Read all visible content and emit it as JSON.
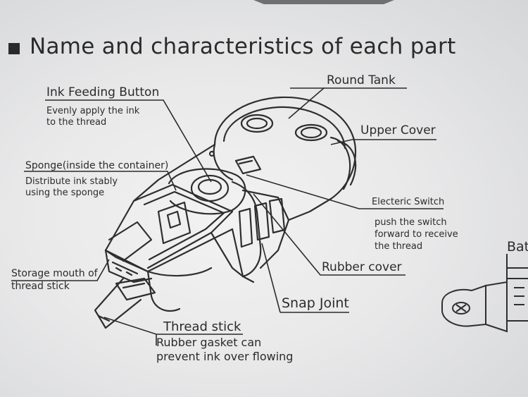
{
  "title": "Name and characteristics of each part",
  "parts": {
    "ink_button": {
      "name": "Ink Feeding Button",
      "desc1": "Evenly apply the ink",
      "desc2": "to the thread"
    },
    "round_tank": {
      "name": "Round Tank"
    },
    "upper_cover": {
      "name": "Upper Cover"
    },
    "sponge": {
      "name": "Sponge(inside the container)",
      "desc1": "Distribute ink stably",
      "desc2": "using the sponge"
    },
    "switch": {
      "name": "Electeric Switch",
      "desc1": "push the switch",
      "desc2": "forward to receive",
      "desc3": "the thread"
    },
    "storage_mouth": {
      "name1": "Storage mouth of",
      "name2": "thread stick"
    },
    "rubber_cover": {
      "name": "Rubber cover"
    },
    "snap_joint": {
      "name": "Snap Joint"
    },
    "thread_stick": {
      "name": "Thread stick",
      "desc1": "Rubber gasket can",
      "desc2": "prevent ink over flowing"
    },
    "battery_partial": {
      "name": "Bat"
    }
  },
  "colors": {
    "ink": "#2b2b2b",
    "paper": "#ececec"
  }
}
